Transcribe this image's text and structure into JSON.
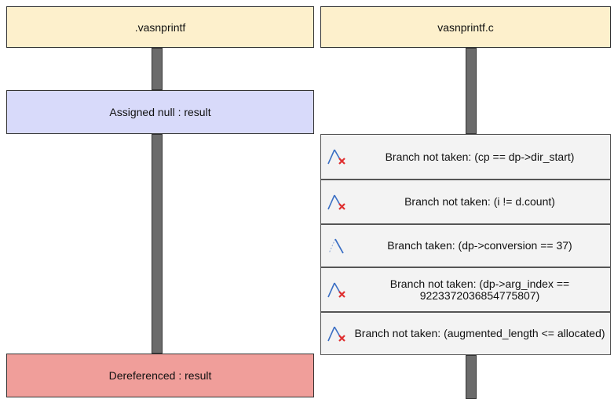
{
  "left_column": {
    "header": ".vasnprintf",
    "assigned": "Assigned null : result",
    "dereferenced": "Dereferenced : result"
  },
  "right_column": {
    "header": "vasnprintf.c",
    "branches": [
      {
        "label": "Branch not taken: (cp == dp->dir_start)",
        "icon": "branch-not-taken-icon"
      },
      {
        "label": "Branch not taken: (i != d.count)",
        "icon": "branch-not-taken-icon"
      },
      {
        "label": "Branch taken: (dp->conversion == 37)",
        "icon": "branch-taken-icon"
      },
      {
        "label": "Branch not taken: (dp->arg_index == 9223372036854775807)",
        "icon": "branch-not-taken-icon"
      },
      {
        "label": "Branch not taken: (augmented_length <= allocated)",
        "icon": "branch-not-taken-icon"
      }
    ]
  },
  "colors": {
    "header": "#fdf0cc",
    "assigned": "#d8dafa",
    "dereferenced": "#f09e9a",
    "connector": "#6b6b6b",
    "branch_bg": "#f3f3f3",
    "icon_blue": "#3b6fc4",
    "icon_red": "#e03030"
  }
}
